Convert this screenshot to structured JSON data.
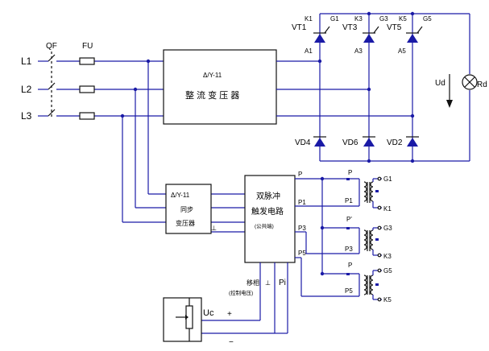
{
  "labels": {
    "qf": "QF",
    "fu": "FU",
    "l1": "L1",
    "l2": "L2",
    "l3": "L3",
    "main_transformer": "Δ/Y-11",
    "main_transformer_name": "整 流 变 压 器",
    "sync_transformer": "Δ/Y-11",
    "sync_name_1": "同步",
    "sync_name_2": "变压器",
    "pulse_1": "双脉冲",
    "pulse_2": "触发电路",
    "pulse_common": "(公共端)",
    "shift_phase": "移相",
    "control_voltage": "(控制电压)",
    "ground": "⊥",
    "ground_sync": "⊥",
    "pi": "Pi",
    "uc": "Uc",
    "plus": "+",
    "minus": "−",
    "ud": "Ud",
    "rd": "Rd",
    "p_out": "P",
    "p1_out": "P1",
    "p3_out": "P3",
    "p5_out": "P5",
    "t1_p": "P",
    "t1_p1": "P1",
    "t1_g": "G1",
    "t1_k": "K1",
    "t2_p": "P'",
    "t2_p3": "P3",
    "t2_g": "G3",
    "t2_k": "K3",
    "t3_p": "P",
    "t3_p5": "P5",
    "t3_g": "G5",
    "t3_k": "K5",
    "vt1": "VT1",
    "vt3": "VT3",
    "vt5": "VT5",
    "k1": "K1",
    "k3": "K3",
    "k5": "K5",
    "g1": "G1",
    "g3": "G3",
    "g5": "G5",
    "a1": "A1",
    "a3": "A3",
    "a5": "A5",
    "vd4": "VD4",
    "vd6": "VD6",
    "vd2": "VD2"
  },
  "colors": {
    "wire": "#1a1aa6",
    "frame": "#111111"
  }
}
